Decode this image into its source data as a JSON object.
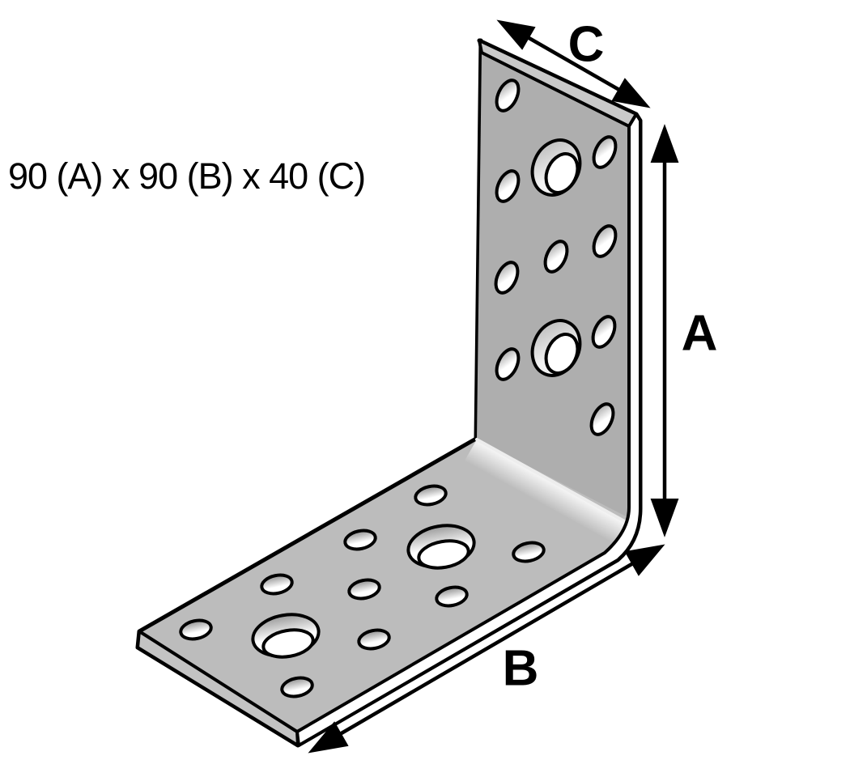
{
  "note": {
    "text": "90 (A) x 90 (B) x 40 (C)"
  },
  "labels": {
    "a": "A",
    "b": "B",
    "c": "C"
  },
  "object": {
    "description": "perforated angle bracket, isometric line illustration",
    "legs": 2,
    "holes_per_leg": {
      "small": 9,
      "large": 2
    },
    "dimensions_mm": {
      "A": 90,
      "B": 90,
      "C": 40
    }
  },
  "colors": {
    "background": "#ffffff",
    "ink": "#000000",
    "face_vertical": "#aeaeae",
    "face_horizontal": "#bcbcbc",
    "edge_top": "#c9c9c9",
    "edge_end": "#c3c3c3",
    "edge_lit": "#ffffff",
    "fold_highlight": "#ededed"
  }
}
